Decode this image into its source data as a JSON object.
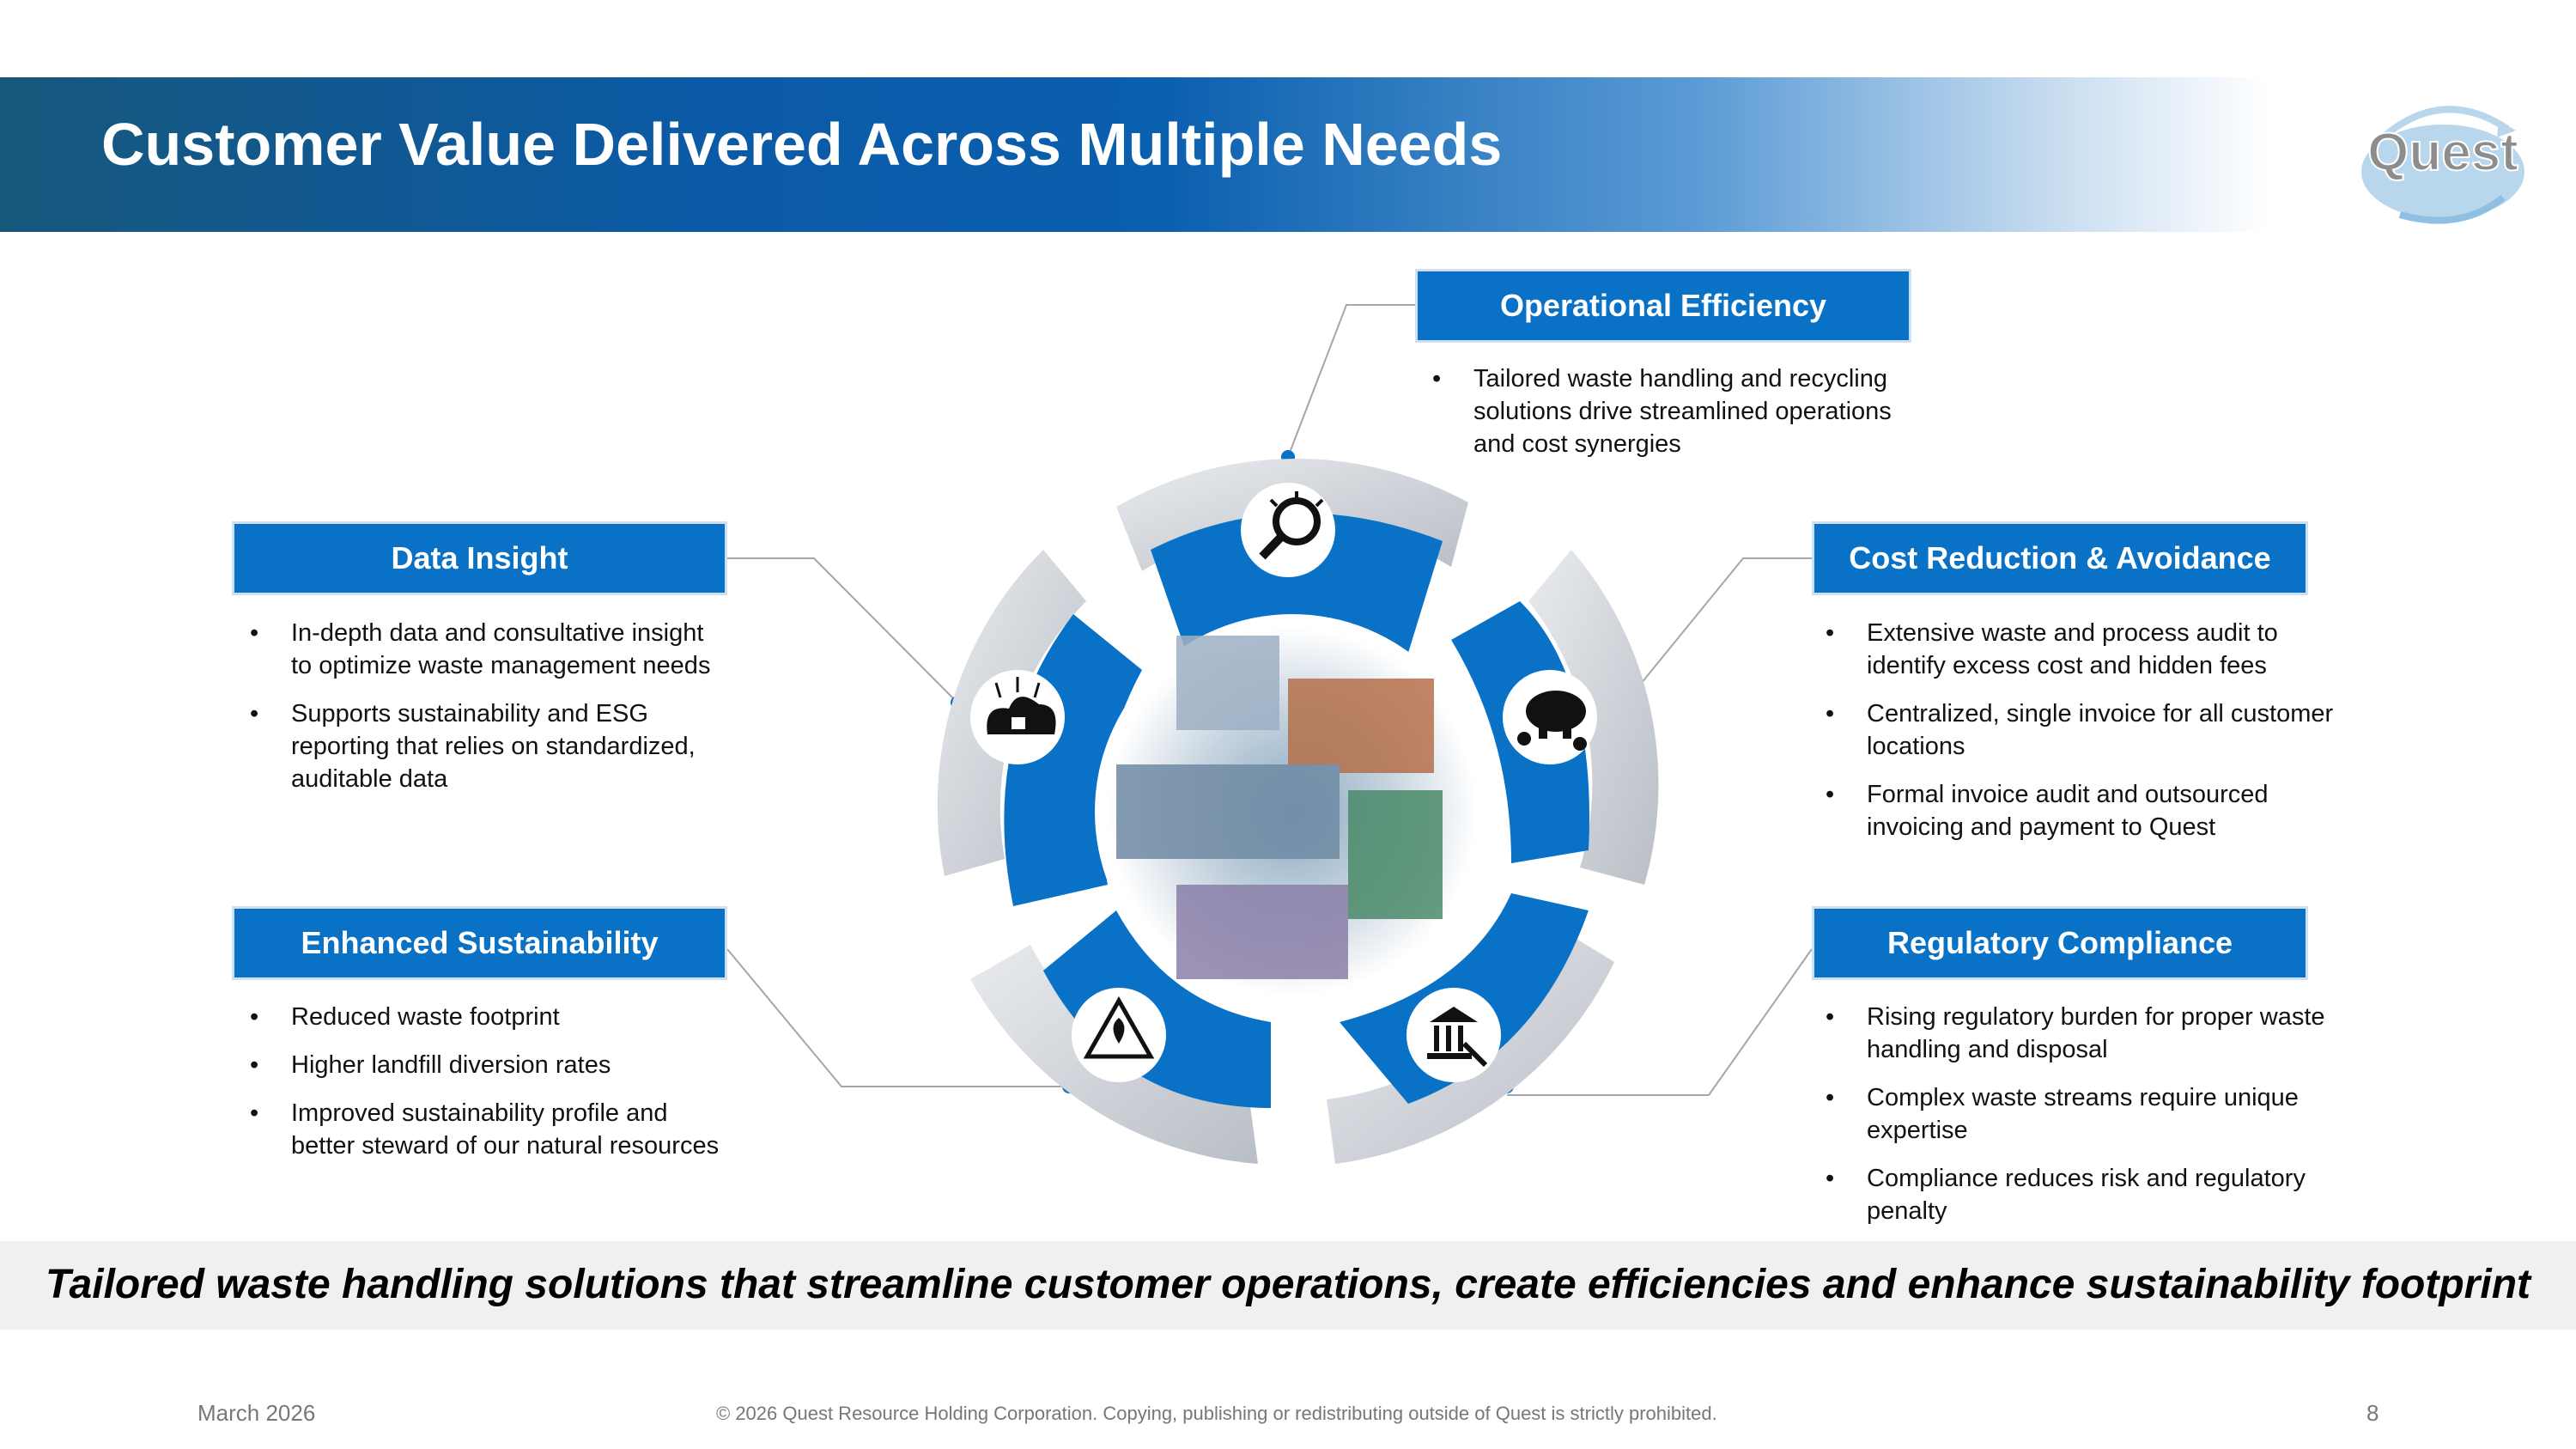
{
  "title": "Customer Value Delivered Across Multiple Needs",
  "logo": {
    "text": "Quest"
  },
  "sections": {
    "operational": {
      "title": "Operational Efficiency",
      "bullets": [
        "Tailored waste handling and recycling solutions drive streamlined operations and cost synergies"
      ]
    },
    "data_insight": {
      "title": "Data Insight",
      "bullets": [
        "In-depth data and consultative insight to optimize waste management needs",
        "Supports sustainability and ESG reporting that relies on standardized, auditable data"
      ]
    },
    "cost": {
      "title": "Cost Reduction & Avoidance",
      "bullets": [
        "Extensive waste and process audit to identify excess cost and hidden fees",
        "Centralized, single invoice for all customer locations",
        "Formal invoice audit and outsourced invoicing and payment to Quest"
      ]
    },
    "sustainability": {
      "title": "Enhanced Sustainability",
      "bullets": [
        "Reduced waste footprint",
        "Higher landfill diversion rates",
        "Improved sustainability profile and better steward of our natural resources"
      ]
    },
    "regulatory": {
      "title": "Regulatory Compliance",
      "bullets": [
        "Rising regulatory burden for proper waste handling and disposal",
        "Complex waste streams require unique expertise",
        "Compliance reduces risk and regulatory penalty"
      ]
    }
  },
  "icons": {
    "operational": "lightbulb-magnifier-icon",
    "data_insight": "cloud-lock-icon",
    "cost": "piggy-bank-icon",
    "sustainability": "recycle-leaf-icon",
    "regulatory": "courthouse-gavel-icon"
  },
  "tagline": "Tailored waste handling solutions that streamline customer operations, create efficiencies and enhance sustainability footprint",
  "footer": {
    "date": "March 2026",
    "copyright": "© 2026 Quest Resource Holding Corporation.  Copying, publishing or redistributing outside of Quest is strictly prohibited.",
    "page": "8"
  },
  "colors": {
    "accent_blue": "#0a72c6",
    "banner_dark": "#16577c",
    "banner_mid": "#0a5fae",
    "tagline_bg": "#f0f0f0",
    "ring_gray": "#c9ccd1"
  }
}
